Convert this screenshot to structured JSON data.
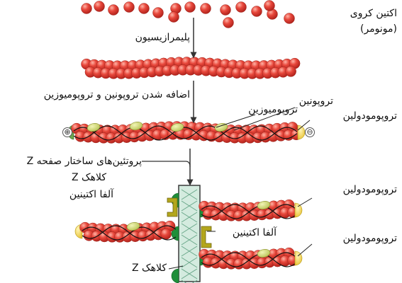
{
  "labels": {
    "g_actin": "اکتین کروی",
    "monomer": "(مونومر)",
    "polymerization": "پلیمرازیسیون",
    "add_troponin": "اضافه شدن تروپونین و تروپومیوزین",
    "troponin": "تروپونین",
    "tropomyosin": "تروپومیوزین",
    "tropomodulin": "تروپومودولین",
    "z_disc_proteins": "پروتئین‌های ساختار صفحه Z",
    "z_cap": "کلاهک Z",
    "alpha_actinin": "آلفا اکتینین",
    "alpha_actinin_2": "آلفا اکتینین",
    "tropomodulin_2": "تروپومودولین",
    "tropomodulin_3": "تروپومودولین",
    "z_cap_2": "کلاهک Z",
    "plus": "⊕",
    "minus": "⊖"
  },
  "colors": {
    "actin": "#e0463e",
    "actin_highlight": "#ff9a8a",
    "troponin": "#c9d46a",
    "tropomodulin": "#f2d24a",
    "zdisc_fill": "#cfe8dc",
    "zcap": "#1f8f3a",
    "alpha_actinin": "#b8a81e"
  }
}
